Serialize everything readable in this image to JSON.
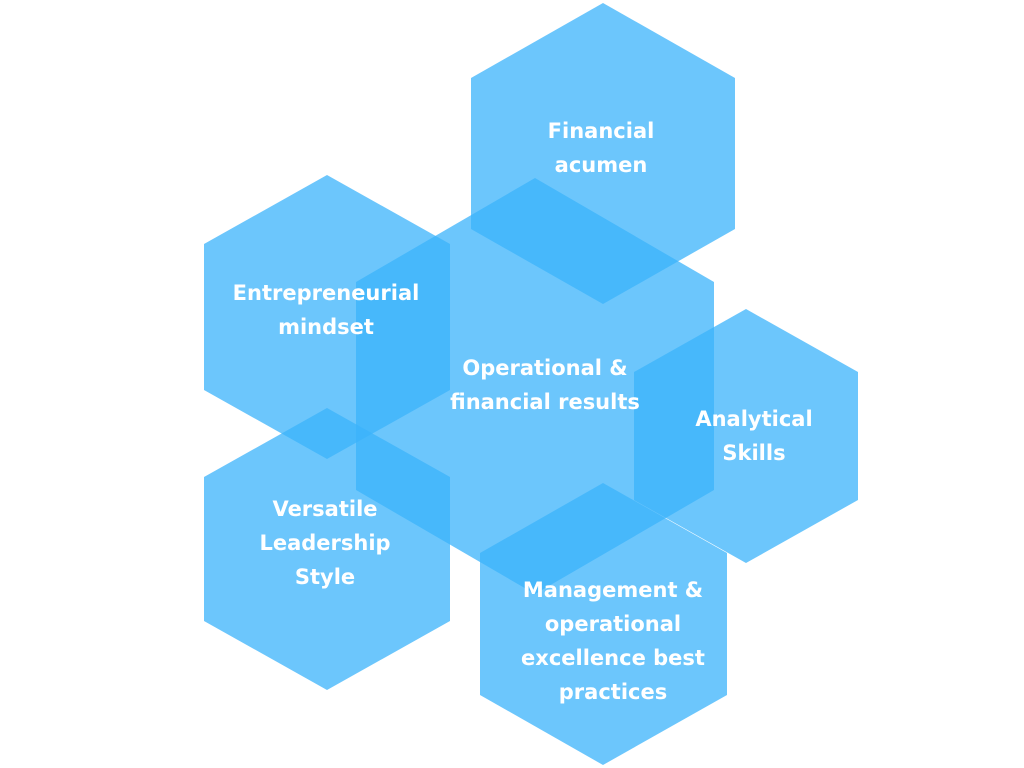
{
  "colors": {
    "hexagon_fill": "#3bb3fb",
    "label_text": "#ffffff",
    "background": "#ffffff"
  },
  "hexagons": [
    {
      "id": "operational-financial-results",
      "lines": [
        "Operational &",
        "financial results"
      ]
    },
    {
      "id": "financial-acumen",
      "lines": [
        "Financial",
        "acumen"
      ]
    },
    {
      "id": "entrepreneurial-mindset",
      "lines": [
        "Entrepreneurial",
        "mindset"
      ]
    },
    {
      "id": "analytical-skills",
      "lines": [
        "Analytical",
        "Skills"
      ]
    },
    {
      "id": "versatile-leadership-style",
      "lines": [
        "Versatile",
        "Leadership",
        "Style"
      ]
    },
    {
      "id": "management-operational-excellence",
      "lines": [
        "Management &",
        "operational",
        "excellence best",
        "practices"
      ]
    }
  ]
}
